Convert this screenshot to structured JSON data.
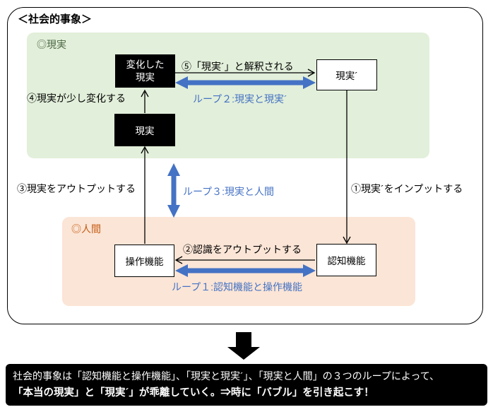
{
  "title": "＜社会的事象＞",
  "regions": {
    "reality_label": "◎現実",
    "human_label": "◎人間",
    "reality_bg": "#E2EFDA",
    "human_bg": "#FBE5D6",
    "reality_label_color": "#4A6741",
    "human_label_color": "#C55A11"
  },
  "nodes": {
    "changed_reality_line1": "変化した",
    "changed_reality_line2": "現実",
    "reality": "現実",
    "reality_prime": "現実´",
    "operation": "操作機能",
    "cognition": "認知機能"
  },
  "steps": {
    "input_reality_prime": "①現実´をインプットする",
    "output_recognition": "②認識をアウトプットする",
    "output_reality": "③現実をアウトプットする",
    "reality_changes": "④現実が少し変化する",
    "interpreted_as_reality_prime": "⑤「現実´」と解釈される"
  },
  "loops": {
    "loop1": "ループ１:認知機能と操作機能",
    "loop2": "ループ２:現実と現実´",
    "loop3": "ループ３:現実と人間"
  },
  "conclusion": {
    "line1": "社会的事象は「認知機能と操作機能」、「現実と現実´」、「現実と人間」の３つのループによって、",
    "line2": "「本当の現実」と「現実´」が乖離していく。⇒時に「バブル」を引き起こす！"
  },
  "colors": {
    "loop_arrow_blue": "#4472C4",
    "node_box_black": "#000000",
    "frame_border_black": "#000000"
  }
}
